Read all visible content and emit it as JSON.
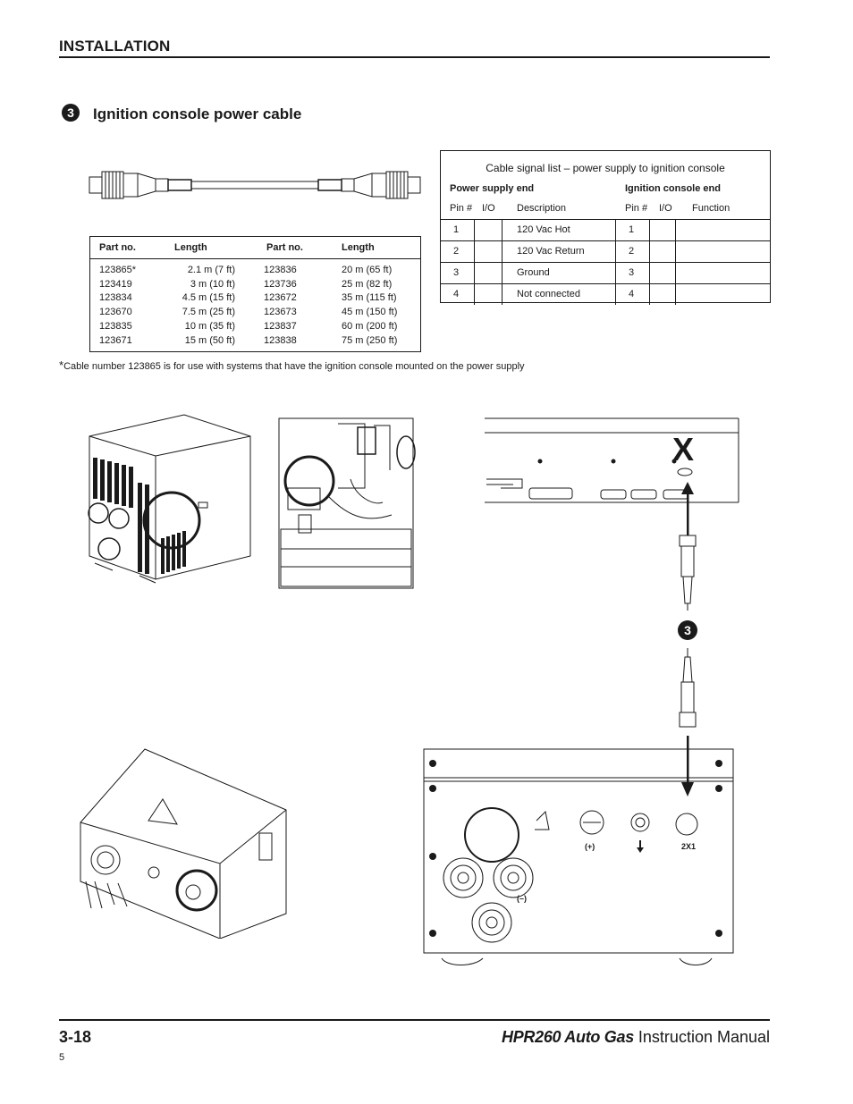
{
  "header": {
    "title": "INSTALLATION"
  },
  "section": {
    "number": "3",
    "title": "Ignition console power cable"
  },
  "parts_table": {
    "headers": [
      "Part no.",
      "Length",
      "Part no.",
      "Length"
    ],
    "left_part_nos": [
      "123865*",
      "123419",
      "123834",
      "123670",
      "123835",
      "123671"
    ],
    "left_lengths": [
      "2.1 m (7 ft)",
      "3 m (10 ft)",
      "4.5 m (15 ft)",
      "7.5 m (25 ft)",
      "10 m (35 ft)",
      "15 m (50 ft)"
    ],
    "right_part_nos": [
      "123836",
      "123736",
      "123672",
      "123673",
      "123837",
      "123838"
    ],
    "right_lengths": [
      "20 m (65 ft)",
      "25 m (82 ft)",
      "35 m (115 ft)",
      "45 m (150 ft)",
      "60 m (200 ft)",
      "75 m (250 ft)"
    ]
  },
  "signal_table": {
    "caption": "Cable signal list – power supply to ignition console",
    "power_supply_end": "Power supply end",
    "ignition_console_end": "Ignition console end",
    "col_pin": "Pin #",
    "col_io": "I/O",
    "col_description": "Description",
    "col_pin2": "Pin #",
    "col_io2": "I/O",
    "col_function": "Function",
    "rows": [
      {
        "pin": "1",
        "description": "120 Vac Hot",
        "pin2": "1"
      },
      {
        "pin": "2",
        "description": "120 Vac Return",
        "pin2": "2"
      },
      {
        "pin": "3",
        "description": "Ground",
        "pin2": "3"
      },
      {
        "pin": "4",
        "description": "Not connected",
        "pin2": "4"
      }
    ]
  },
  "footnote": {
    "star": "*",
    "text": "Cable number 123865 is for use with systems that have the ignition console mounted on the power supply"
  },
  "diagram": {
    "x_mark": "X",
    "callout": "3",
    "label_2x1": "2X1",
    "label_plus": "(+)",
    "label_minus": "(–)"
  },
  "footer": {
    "page_number": "3-18",
    "product": "HPR260 Auto Gas",
    "manual": " Instruction Manual",
    "revision": "5"
  }
}
